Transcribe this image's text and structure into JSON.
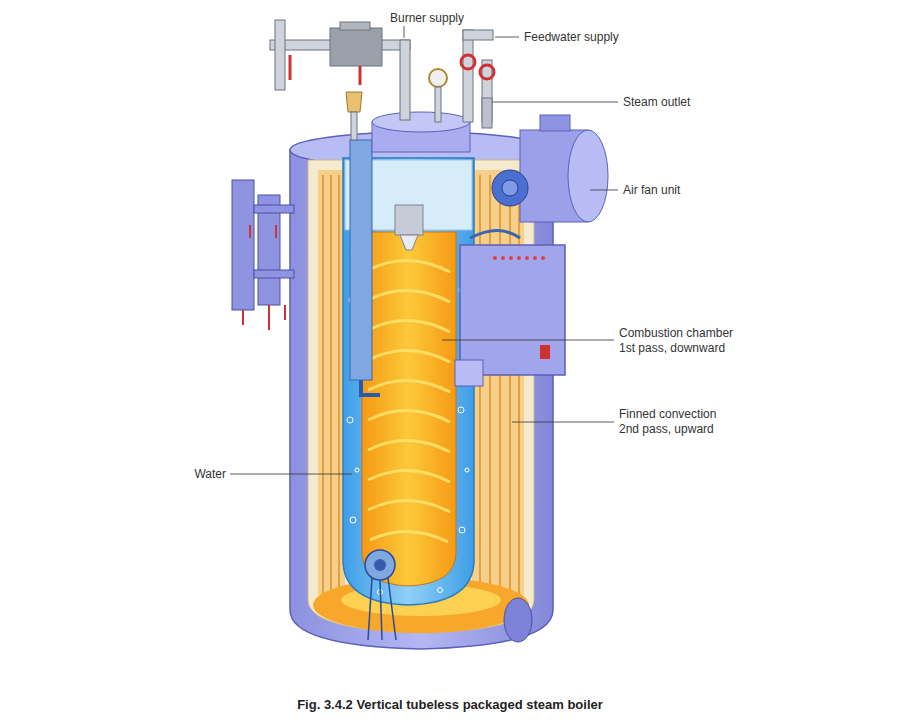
{
  "diagram": {
    "caption": "Fig. 3.4.2 Vertical tubeless packaged steam boiler",
    "labels": [
      "Burner supply",
      "Feedwater supply",
      "Steam outlet",
      "Air fan unit",
      "Combustion chamber 1st pass, downward",
      "Finned convection 2nd pass, upward",
      "Water"
    ]
  }
}
